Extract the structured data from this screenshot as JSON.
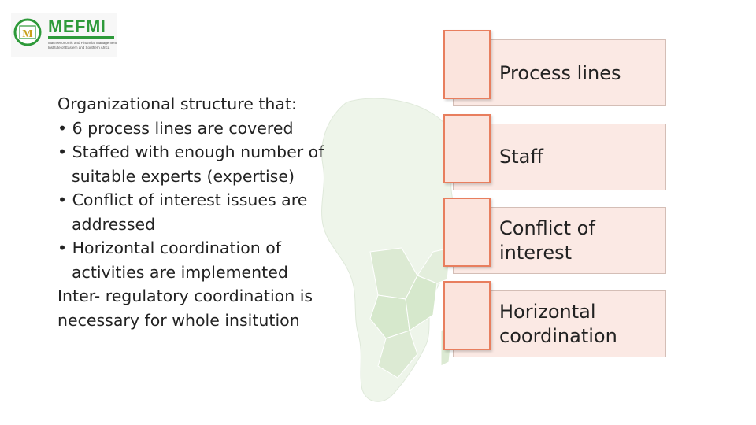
{
  "logo": {
    "mark_text": "M",
    "wordmark": "MEFMI",
    "tagline": "Macroeconomic and Financial Management Institute of Eastern and Southern Africa"
  },
  "colors": {
    "brand_green": "#2e9a3a",
    "accent_orange": "#e87e5e",
    "card_fill": "#fbe9e4",
    "map_fill": "#eef5ea"
  },
  "body": {
    "lines": [
      "Organizational structure that:",
      "• 6 process lines are covered",
      "• Staffed with enough number of",
      "suitable experts (expertise)",
      "• Conflict of interest issues are",
      "addressed",
      "• Horizontal coordination of",
      "activities are implemented",
      "Inter- regulatory coordination is",
      "necessary for whole insitution"
    ]
  },
  "cards": [
    {
      "label": "Process lines"
    },
    {
      "label": "Staff"
    },
    {
      "label_lines": [
        "Conflict of",
        "interest"
      ]
    },
    {
      "label_lines": [
        "Horizontal",
        "coordination"
      ]
    }
  ]
}
